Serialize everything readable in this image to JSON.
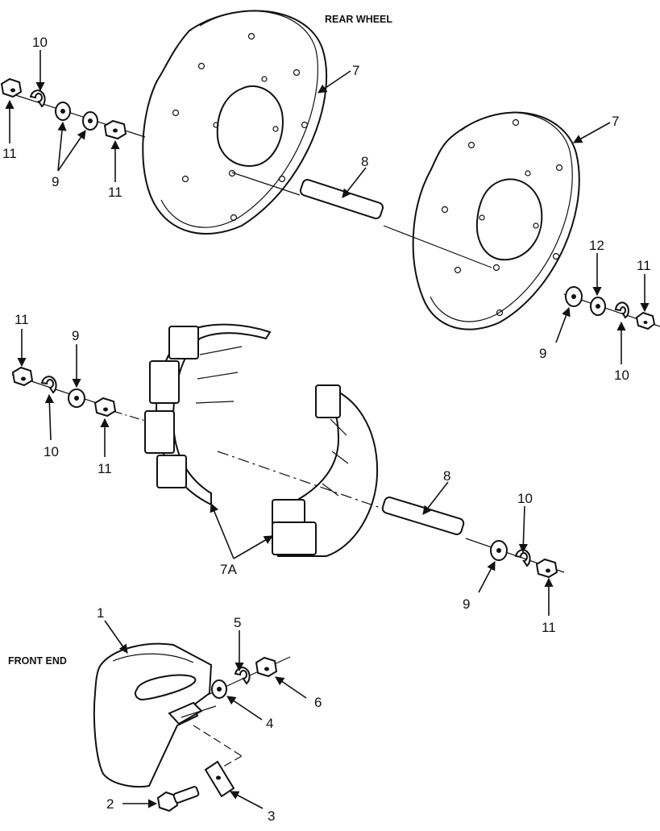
{
  "sections": {
    "rear_wheel": "REAR WHEEL",
    "front_end": "FRONT END"
  },
  "callouts": {
    "c7a": "7",
    "c7b": "7",
    "c8a": "8",
    "c8b": "8",
    "c7A": "7A",
    "c10_tl": "10",
    "c11_tl": "11",
    "c9_tl": "9",
    "c11_tl2": "11",
    "c12_r": "12",
    "c11_r": "11",
    "c9_r": "9",
    "c10_r": "10",
    "c11_ml": "11",
    "c9_ml": "9",
    "c10_ml": "10",
    "c11_ml2": "11",
    "c10_mr": "10",
    "c9_mr": "9",
    "c11_mr": "11",
    "c1": "1",
    "c2": "2",
    "c3": "3",
    "c4": "4",
    "c5": "5",
    "c6": "6"
  }
}
